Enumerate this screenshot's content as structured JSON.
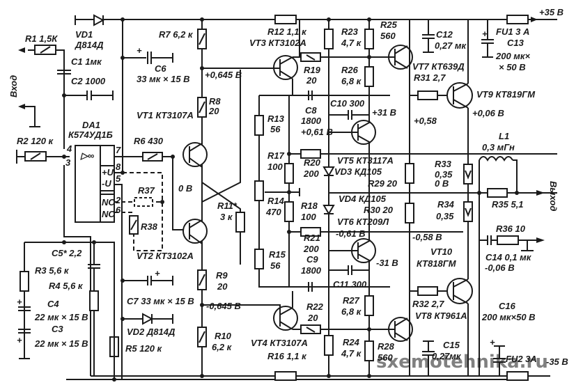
{
  "diagram": {
    "title": "Power amplifier schematic (К574УД1Б driver, КТ819ГМ/КТ818ГМ output)",
    "supply_pos": "+35 В",
    "supply_neg": "-35 В",
    "input_label": "Вход",
    "output_label": "Выход",
    "watermark": "sxemotehnika.ru"
  },
  "labels": {
    "R1": "R1  1,5К",
    "VD1": "VD1",
    "VD1_type": "Д814Д",
    "C1": "C1  1мк",
    "C2": "C2  1000",
    "R7": "R7  6,2 к",
    "C6": "C6",
    "C6_val": "33 мк × 15 В",
    "DA1": "DA1",
    "DA1_type": "К574УД1Б",
    "R2": "R2  120 к",
    "R6": "R6  430",
    "VT1": "VT1  КТ3107А",
    "R8": "R8",
    "R8_val": "20",
    "v_pos0645": "+0,645 В",
    "v_0": "0 В",
    "R37": "R37",
    "R38": "R38",
    "VT2": "VT2  КТ3102А",
    "R11": "R11*",
    "R11_val": "3 к",
    "R9": "R9",
    "R9_val": "20",
    "v_neg0645": "-0,645 В",
    "R10": "R10",
    "R10_val": "6,2 к",
    "C7": "C7  33 мк × 15 В",
    "VD2": "VD2  Д814Д",
    "R5": "R5  120 к",
    "C5": "C5*  2,2",
    "R3": "R3  5,6 к",
    "R4": "R4  5,6 к",
    "C4": "C4",
    "C4_val": "22 мк × 15 В",
    "C3": "C3",
    "C3_val": "22 мк × 15 В",
    "R12": "R12  1,1 к",
    "VT3": "VT3  КТ3102А",
    "R19": "R19",
    "R19_val": "20",
    "R23": "R23",
    "R23_val": "4,7 к",
    "R25": "R25",
    "R25_val": "560",
    "R26": "R26",
    "R26_val": "6,8 к",
    "C8": "C8",
    "C8_val": "1800",
    "v_pos061": "+0,61 В",
    "C10": "C10  300",
    "v_pos31": "+31 В",
    "R13": "R13",
    "R13_val": "56",
    "R17": "R17",
    "R17_val": "100",
    "R20": "R20",
    "R20_val": "200",
    "VT5": "VT5  КТ3117А",
    "VD3": "VD3  КД105",
    "R29": "R29  20",
    "R14": "R14",
    "R14_val": "470",
    "R18": "R18",
    "R18_val": "100",
    "VD4": "VD4  КД105",
    "R30": "R30  20",
    "VT6": "VT6  КТ209Л",
    "v_neg061": "-0,61 В",
    "R21": "R21",
    "R21_val": "200",
    "C9": "C9",
    "C9_val": "1800",
    "v_neg31": "-31 В",
    "R15": "R15",
    "R15_val": "56",
    "C11": "C11  300",
    "R22": "R22",
    "R22_val": "20",
    "R27": "R27",
    "R27_val": "6,8 к",
    "VT4": "VT4  КТ3107А",
    "R16": "R16  1,1 к",
    "R24": "R24",
    "R24_val": "4,7 к",
    "R28": "R28",
    "R28_val": "560",
    "C12": "C12",
    "C12_val": "0,27 мк",
    "VT7": "VT7  КТ639Д",
    "R31": "R31  2,7",
    "VT9": "VT9  КТ819ГМ",
    "v_pos006": "+0,06 В",
    "v_pos058": "+0,58",
    "FU1": "FU1  3 А",
    "C13": "C13",
    "C13_val": "200  мк×",
    "C13_val2": "× 50 В",
    "L1": "L1",
    "L1_val": "0,3 мГн",
    "R33": "R33",
    "R33_val": "0,35",
    "v_0b": "0 В",
    "R34": "R34",
    "R34_val": "0,35",
    "R35": "R35  5,1",
    "v_neg058": "-0,58 В",
    "R36": "R36  10",
    "C14": "C14  0,1 мк",
    "v_neg006": "-0,06 В",
    "VT10": "VT10",
    "VT10_type": "КТ818ГМ",
    "R32": "R32  2,7",
    "VT8": "VT8  КТ961А",
    "C15": "C15",
    "C15_val": "0,27мк",
    "C16": "C16",
    "C16_val": "200  мк×50 В",
    "FU2": "FU2  3А",
    "pin4": "4",
    "pin3": "3",
    "pin7": "7",
    "pin8": "8",
    "pin5": "5",
    "pin2": "2",
    "pin6": "6",
    "opamp_pU": "+U",
    "opamp_mU": "-U",
    "opamp_nc1": "NC",
    "opamp_nc2": "NC",
    "opamp_sym": "▷∞",
    "plus": "+"
  }
}
